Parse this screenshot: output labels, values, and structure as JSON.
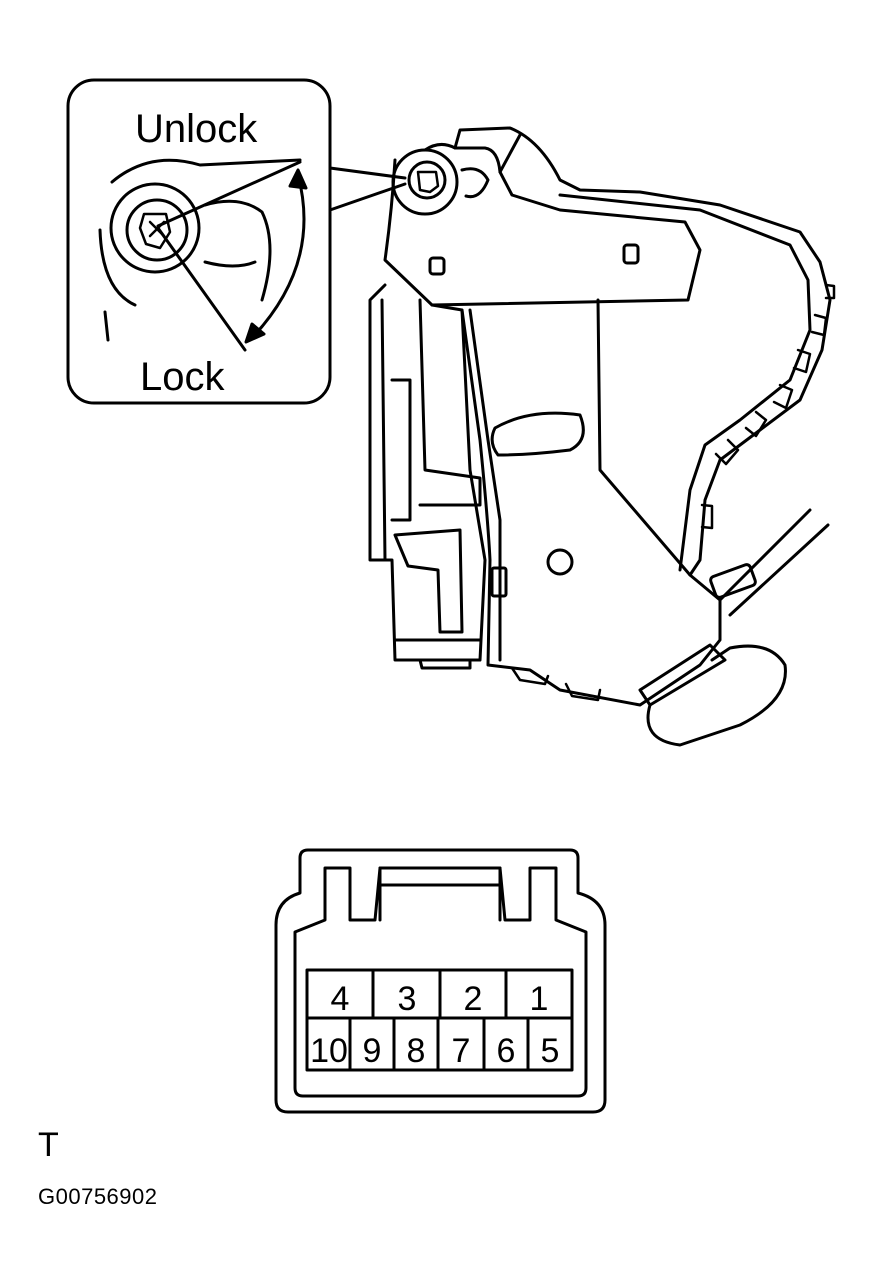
{
  "callout": {
    "unlock_label": "Unlock",
    "lock_label": "Lock"
  },
  "connector": {
    "top_row": [
      "4",
      "3",
      "2",
      "1"
    ],
    "bottom_row": [
      "10",
      "9",
      "8",
      "7",
      "6",
      "5"
    ]
  },
  "footer": {
    "view_code": "T",
    "figure_id": "G00756902"
  },
  "colors": {
    "ink": "#000000",
    "paper": "#ffffff"
  }
}
